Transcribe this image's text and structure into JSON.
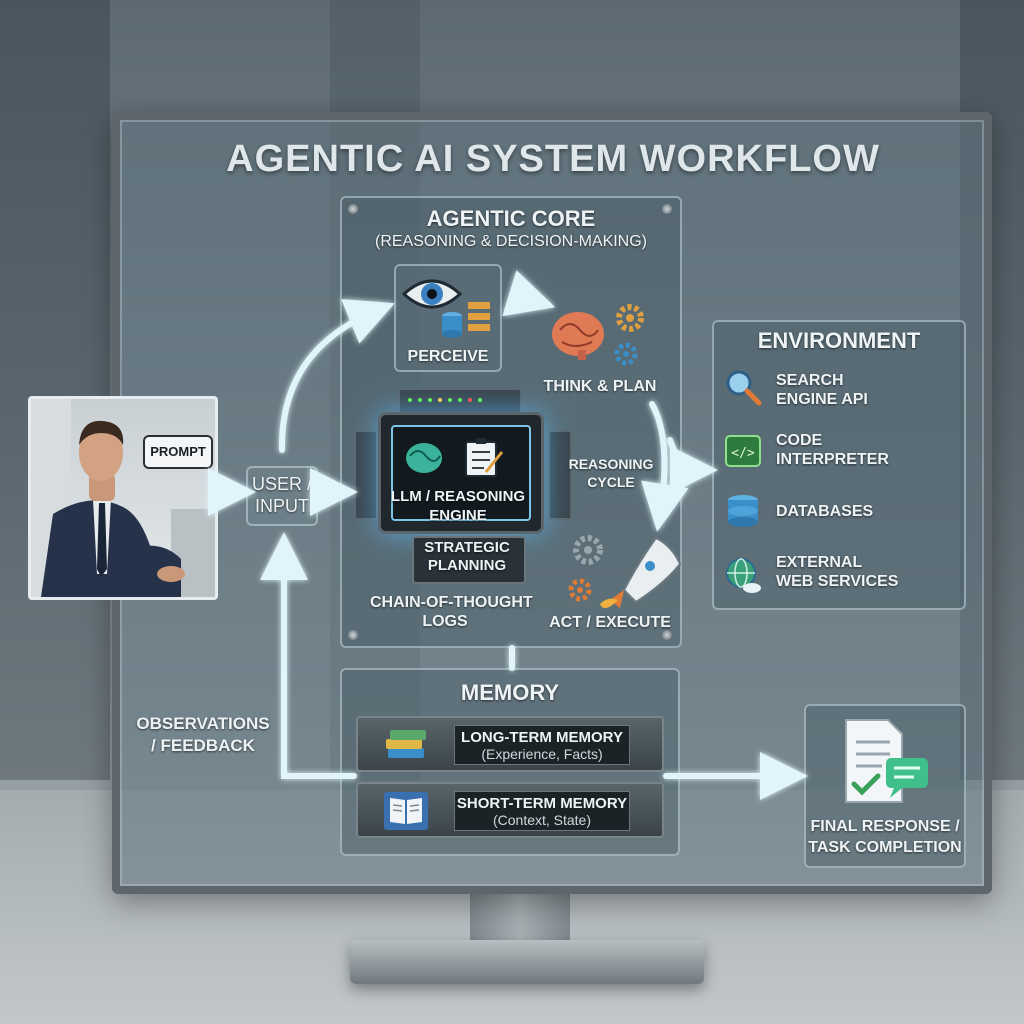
{
  "title": "AGENTIC AI SYSTEM WORKFLOW",
  "user_photo": {
    "bubble": "PROMPT"
  },
  "user_input": {
    "line1": "USER /",
    "line2": "INPUT"
  },
  "agentic_core": {
    "title": "AGENTIC CORE",
    "subtitle": "(REASONING & DECISION-MAKING)",
    "perceive": "PERCEIVE",
    "think_plan": "THINK & PLAN",
    "llm_line1": "LLM / REASONING",
    "llm_line2": "ENGINE",
    "strategic_line1": "STRATEGIC",
    "strategic_line2": "PLANNING",
    "reasoning_line1": "REASONING",
    "reasoning_line2": "CYCLE",
    "cot_line1": "CHAIN-OF-THOUGHT",
    "cot_line2": "LOGS",
    "act": "ACT / EXECUTE"
  },
  "environment": {
    "title": "ENVIRONMENT",
    "items": [
      {
        "line1": "SEARCH",
        "line2": "ENGINE API",
        "icon": "search-icon"
      },
      {
        "line1": "CODE",
        "line2": "INTERPRETER",
        "icon": "code-icon"
      },
      {
        "line1": "DATABASES",
        "line2": "",
        "icon": "database-icon"
      },
      {
        "line1": "EXTERNAL",
        "line2": "WEB SERVICES",
        "icon": "globe-cloud-icon"
      }
    ]
  },
  "memory": {
    "title": "MEMORY",
    "long_term": {
      "title": "LONG-TERM MEMORY",
      "sub": "(Experience, Facts)"
    },
    "short_term": {
      "title": "SHORT-TERM MEMORY",
      "sub": "(Context, State)"
    }
  },
  "observations": {
    "line1": "OBSERVATIONS",
    "line2": "/ FEEDBACK"
  },
  "final_response": {
    "line1": "FINAL RESPONSE /",
    "line2": "TASK COMPLETION"
  },
  "colors": {
    "arrow": "#d9f2fa",
    "glow": "#5ab9f2",
    "accent_orange": "#e07a35",
    "accent_blue": "#3a8fc9"
  }
}
